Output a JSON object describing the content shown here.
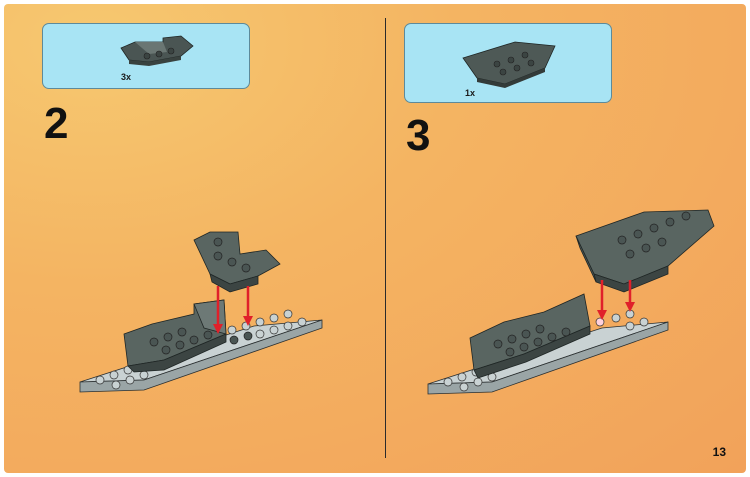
{
  "steps": [
    {
      "number": "2",
      "parts_quantity": "3x"
    },
    {
      "number": "3",
      "parts_quantity": "1x"
    }
  ],
  "page_number": "13",
  "colors": {
    "background": "#f4b462",
    "parts_box": "#a8e4f4",
    "dark_grey_brick": "#596561",
    "light_grey_plate": "#b9c3c4",
    "arrow": "#e0202a"
  }
}
